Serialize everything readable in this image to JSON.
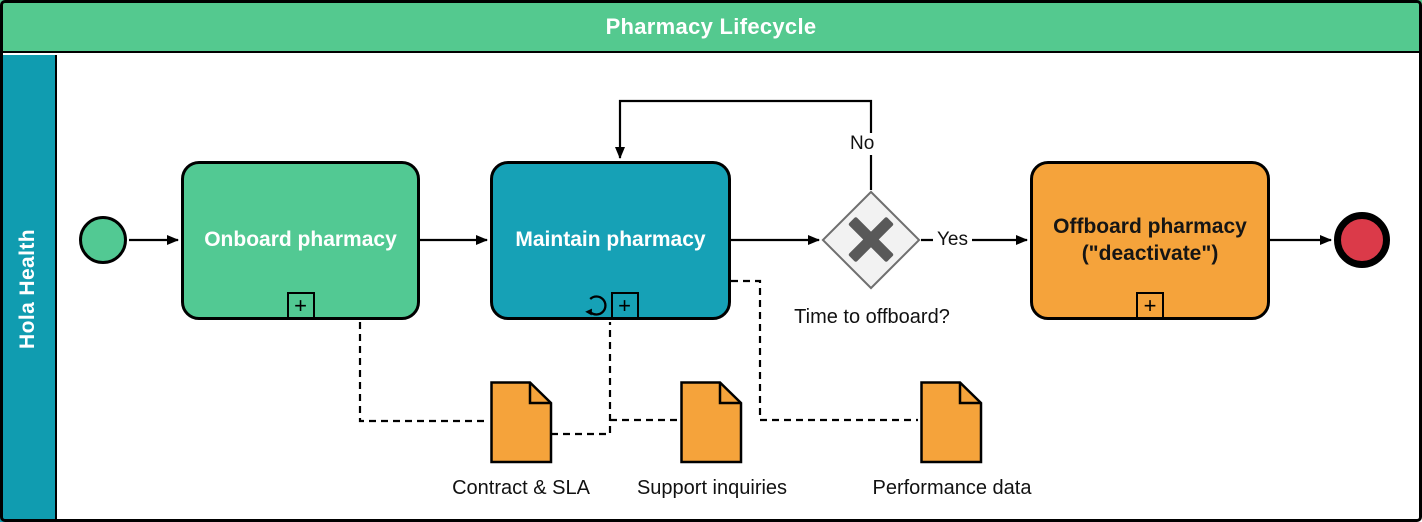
{
  "header": {
    "title": "Pharmacy Lifecycle",
    "bg_color": "#54C98F"
  },
  "lane": {
    "label": "Hola Health",
    "bg_color": "#109CB0"
  },
  "tasks": {
    "onboard": {
      "label": "Onboard pharmacy",
      "color": "#52C993"
    },
    "maintain": {
      "label": "Maintain pharmacy",
      "color": "#16A1B6"
    },
    "offboard": {
      "line1": "Offboard pharmacy",
      "line2": "(\"deactivate\")",
      "color": "#F5A33B"
    }
  },
  "gateway": {
    "question": "Time to offboard?",
    "no_label": "No",
    "yes_label": "Yes",
    "fill": "#F2F2F2",
    "x_color": "#595959"
  },
  "events": {
    "start_color": "#52C993",
    "end_color": "#DB3A49"
  },
  "data_objects": [
    {
      "label": "Contract & SLA",
      "color": "#F5A33B"
    },
    {
      "label": "Support inquiries",
      "color": "#F5A33B"
    },
    {
      "label": "Performance data",
      "color": "#F5A33B"
    }
  ],
  "markers": {
    "plus": "+"
  }
}
